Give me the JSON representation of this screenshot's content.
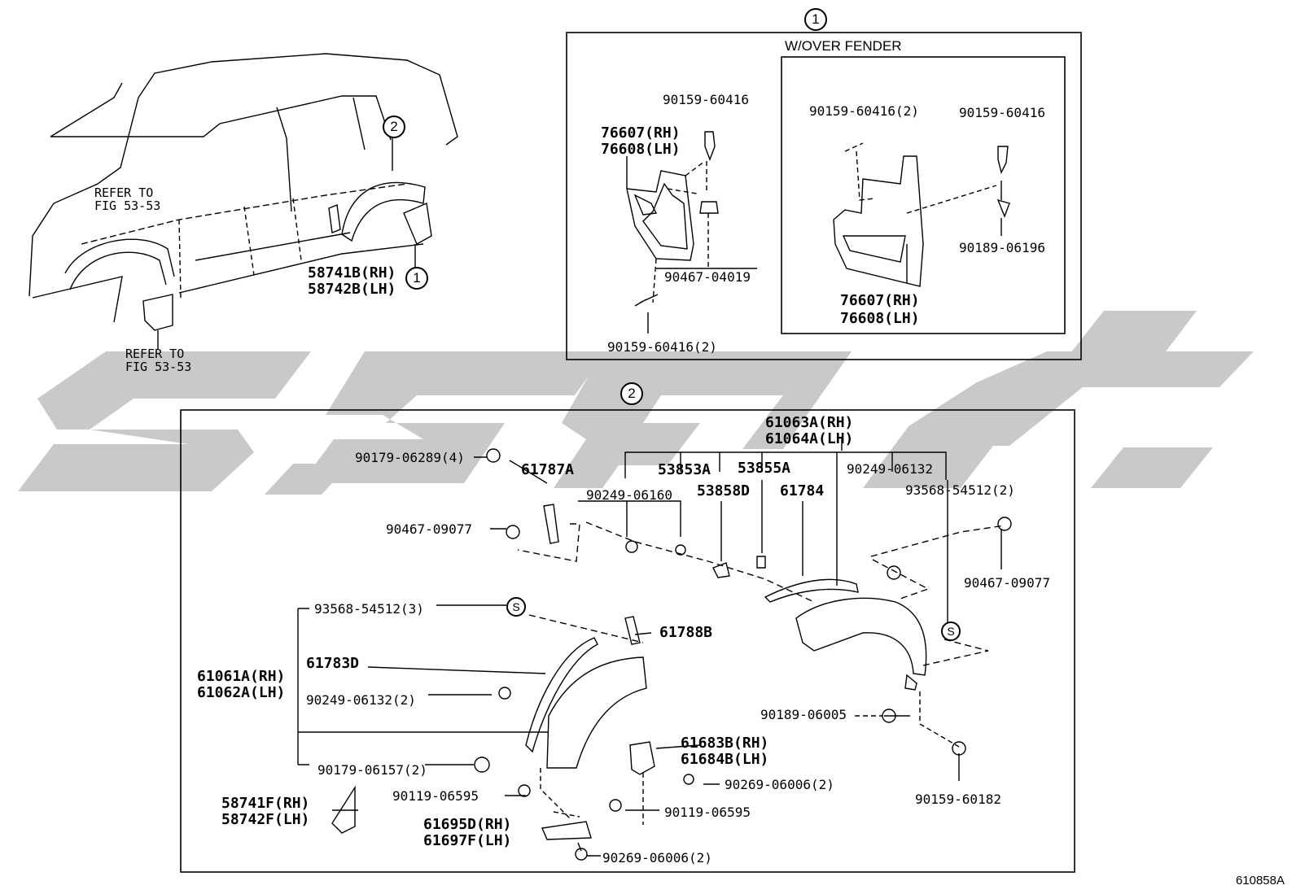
{
  "box1": {
    "number": "1",
    "inner_title": "W/OVER FENDER",
    "left": {
      "screw_top": "90159-60416",
      "flap_rh": "76607(RH)",
      "flap_lh": "76608(LH)",
      "nut": "90467-04019",
      "screw_bottom": "90159-60416(2)"
    },
    "right": {
      "screw_left": "90159-60416(2)",
      "screw_right": "90159-60416",
      "clip": "90189-06196",
      "flap_rh": "76607(RH)",
      "flap_lh": "76608(LH)"
    }
  },
  "overview": {
    "refer1_a": "REFER TO",
    "refer1_b": "FIG 53-53",
    "refer2_a": "REFER TO",
    "refer2_b": "FIG 53-53",
    "marker2": "2",
    "marker1": "1",
    "trim_rh": "58741B(RH)",
    "trim_lh": "58742B(LH)"
  },
  "box2": {
    "number": "2",
    "fender_rear_rh": "61063A(RH)",
    "fender_rear_lh": "61064A(LH)",
    "bolt_4": "90179-06289(4)",
    "p61787A": "61787A",
    "p53853A": "53853A",
    "p53855A": "53855A",
    "screw_rear_top": "90249-06132",
    "p53858D": "53858D",
    "p61784": "61784",
    "screw_mid": "90249-06160",
    "clip_rear": "93568-54512(2)",
    "nut_left": "90467-09077",
    "nut_right": "90467-09077",
    "clip_front": "93568-54512(3)",
    "p61788B": "61788B",
    "p61783D": "61783D",
    "fender_front_rh": "61061A(RH)",
    "fender_front_lh": "61062A(LH)",
    "screw_front": "90249-06132(2)",
    "clip_rear_low": "90189-06005",
    "bolt_front": "90179-06157(2)",
    "bracket_rh": "61683B(RH)",
    "bracket_lh": "61684B(LH)",
    "screw_rear_low": "90159-60182",
    "screw_brk": "90269-06006(2)",
    "bolt_a": "90119-06595",
    "bolt_b": "90119-06595",
    "trim_rh": "58741F(RH)",
    "trim_lh": "58742F(LH)",
    "bracket2_rh": "61695D(RH)",
    "bracket2_lh": "61697F(LH)",
    "screw_bottom": "90269-06006(2)",
    "s": "S"
  },
  "figure_code": "610858A"
}
